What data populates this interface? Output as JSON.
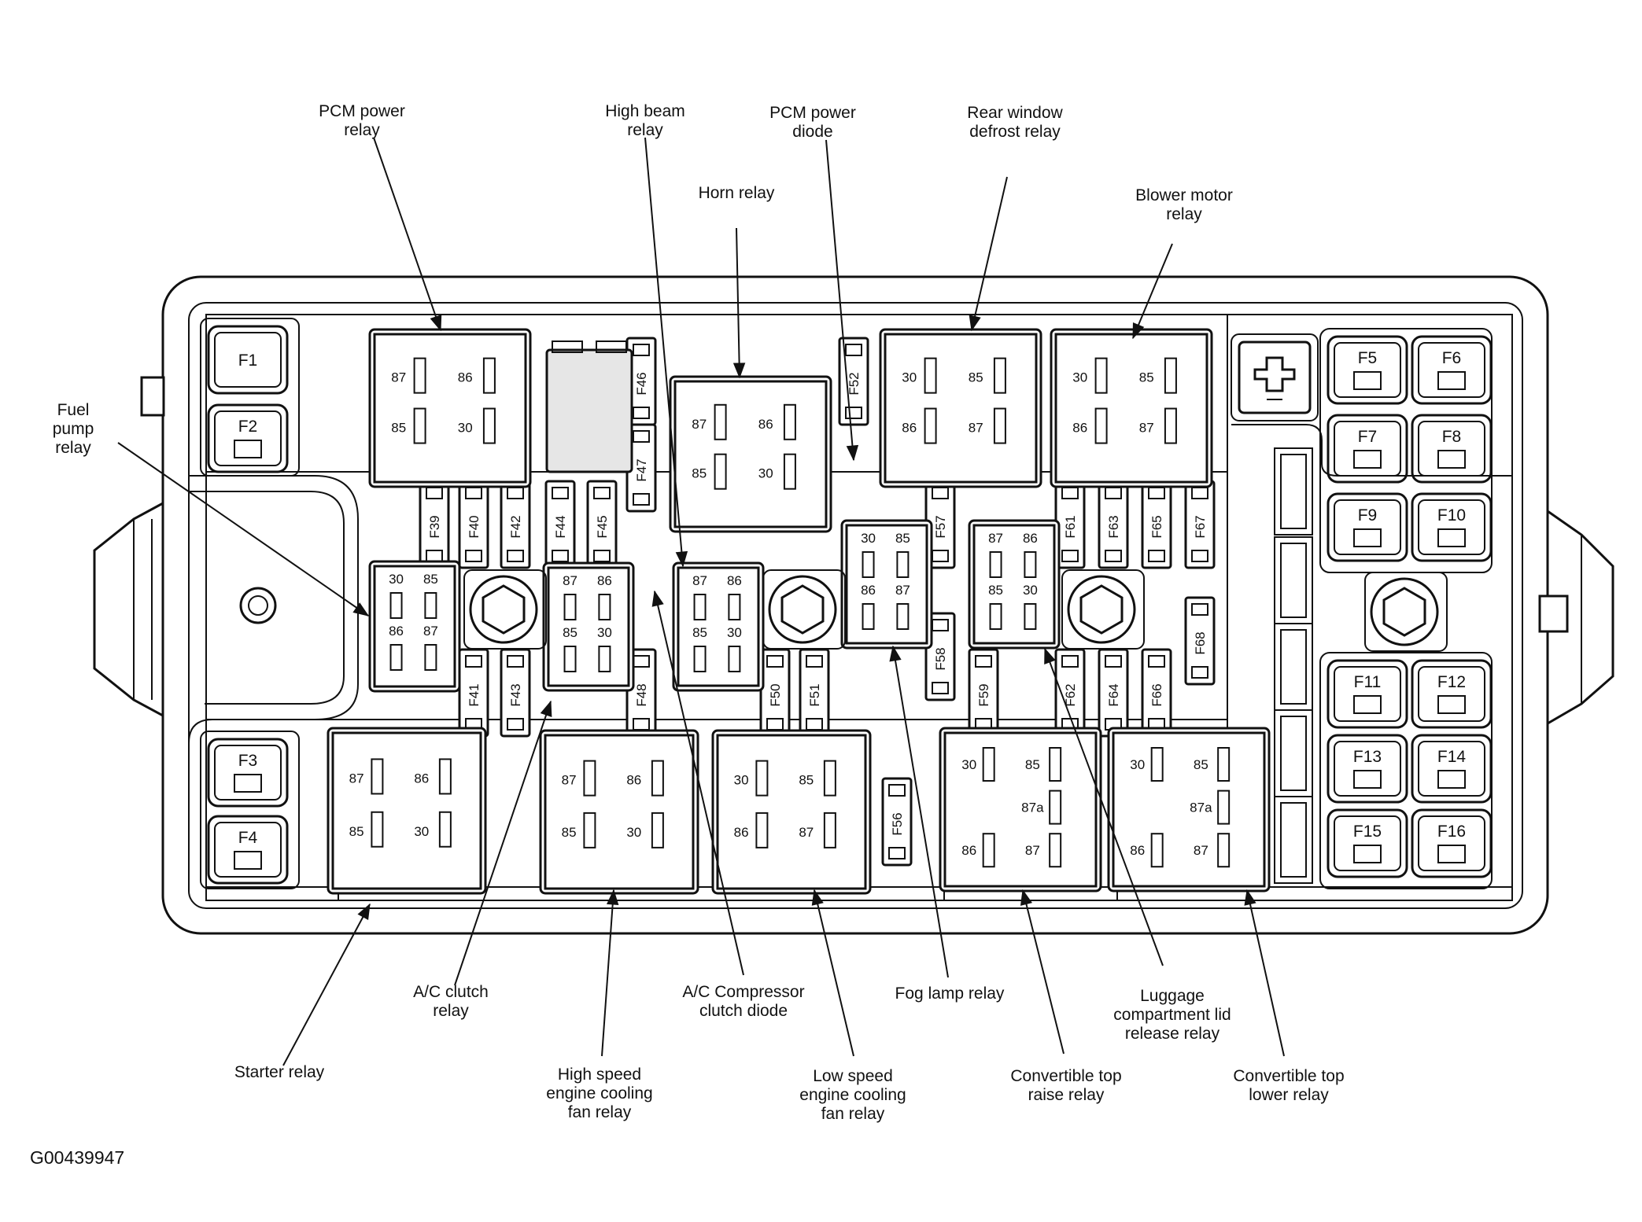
{
  "figure_id": "G00439947",
  "labels": {
    "pcm_power_relay": [
      "PCM power",
      "relay"
    ],
    "high_beam_relay": [
      "High beam",
      "relay"
    ],
    "pcm_power_diode": [
      "PCM power",
      "diode"
    ],
    "rear_window_defrost_relay": [
      "Rear window",
      "defrost relay"
    ],
    "horn_relay": [
      "Horn relay"
    ],
    "blower_motor_relay": [
      "Blower motor",
      "relay"
    ],
    "fuel_pump_relay": [
      "Fuel",
      "pump",
      "relay"
    ],
    "starter_relay": [
      "Starter relay"
    ],
    "ac_clutch_relay": [
      "A/C clutch",
      "relay"
    ],
    "high_speed_fan_relay": [
      "High speed",
      "engine cooling",
      "fan relay"
    ],
    "ac_compressor_clutch_diode": [
      "A/C Compressor",
      "clutch diode"
    ],
    "low_speed_fan_relay": [
      "Low speed",
      "engine cooling",
      "fan relay"
    ],
    "fog_lamp_relay": [
      "Fog lamp relay"
    ],
    "luggage_lid_release_relay": [
      "Luggage",
      "compartment lid",
      "release relay"
    ],
    "convertible_top_raise_relay": [
      "Convertible top",
      "raise relay"
    ],
    "convertible_top_lower_relay": [
      "Convertible top",
      "lower relay"
    ]
  },
  "maxi_fuses": [
    "F1",
    "F2",
    "F3",
    "F4",
    "F5",
    "F6",
    "F7",
    "F8",
    "F9",
    "F10",
    "F11",
    "F12",
    "F13",
    "F14",
    "F15",
    "F16"
  ],
  "mini_fuses": [
    "F39",
    "F40",
    "F41",
    "F42",
    "F43",
    "F44",
    "F45",
    "F46",
    "F47",
    "F48",
    "F50",
    "F51",
    "F52",
    "F56",
    "F57",
    "F58",
    "F59",
    "F61",
    "F62",
    "F63",
    "F64",
    "F65",
    "F66",
    "F67",
    "F68"
  ],
  "relays": {
    "pcm_power": [
      "87",
      "86",
      "85",
      "30"
    ],
    "horn": [
      "87",
      "86",
      "85",
      "30"
    ],
    "rear_defrost": [
      "30",
      "85",
      "86",
      "87"
    ],
    "blower": [
      "30",
      "85",
      "86",
      "87"
    ],
    "fuel_pump": [
      "30",
      "85",
      "86",
      "87"
    ],
    "ac_clutch": [
      "87",
      "86",
      "85",
      "30"
    ],
    "high_beam": [
      "87",
      "86",
      "85",
      "30"
    ],
    "fog_lamp": [
      "30",
      "85",
      "86",
      "87"
    ],
    "luggage": [
      "87",
      "86",
      "85",
      "30"
    ],
    "starter": [
      "87",
      "86",
      "85",
      "30"
    ],
    "high_fan": [
      "87",
      "86",
      "85",
      "30"
    ],
    "low_fan": [
      "30",
      "85",
      "86",
      "87"
    ],
    "conv_raise": [
      "30",
      "85",
      "87a",
      "86",
      "87"
    ],
    "conv_lower": [
      "30",
      "85",
      "87a",
      "86",
      "87"
    ]
  }
}
